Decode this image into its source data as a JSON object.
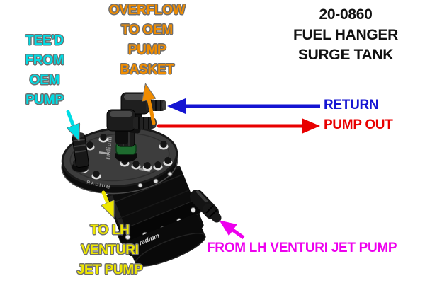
{
  "title": {
    "lines": [
      "20-0860",
      "FUEL HANGER",
      "SURGE TANK"
    ],
    "color": "#111111"
  },
  "callouts": {
    "teed_from_oem_pump": {
      "lines": [
        "TEE'D",
        "FROM",
        "OEM",
        "PUMP"
      ],
      "color": "#00dce4",
      "arrow_direction": "down-right to flange barb port"
    },
    "overflow_to_oem_pump_basket": {
      "lines": [
        "OVERFLOW",
        "TO OEM",
        "PUMP",
        "BASKET"
      ],
      "color": "#f08c00",
      "arrow_direction": "up from flange port"
    },
    "return": {
      "text": "RETURN",
      "color": "#1414d2",
      "arrow_direction": "left into upper elbow barb"
    },
    "pump_out": {
      "text": "PUMP OUT",
      "color": "#e80000",
      "arrow_direction": "right out of lower elbow barb"
    },
    "to_lh_venturi_jet_pump": {
      "lines": [
        "TO LH",
        "VENTURI",
        "JET PUMP"
      ],
      "color": "#eee600",
      "arrow_direction": "down from flange underside"
    },
    "from_lh_venturi_jet_pump": {
      "text": "FROM LH VENTURI JET PUMP",
      "color": "#ee00ee",
      "arrow_direction": "up-left to canister side barb"
    }
  },
  "product": {
    "flange_logo": "radium",
    "flange_rim_text": "RADIUM",
    "canister_logo": "radium"
  }
}
